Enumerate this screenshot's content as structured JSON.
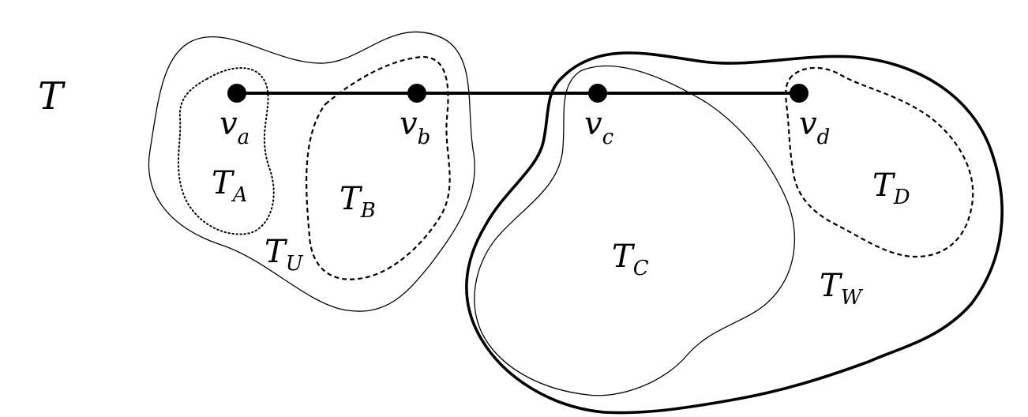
{
  "diagram": {
    "tree_label": "T",
    "vertices": [
      {
        "main": "v",
        "sub": "a"
      },
      {
        "main": "v",
        "sub": "b"
      },
      {
        "main": "v",
        "sub": "c"
      },
      {
        "main": "v",
        "sub": "d"
      }
    ],
    "regions": [
      {
        "main": "T",
        "sub": "A",
        "stroke": "dotted"
      },
      {
        "main": "T",
        "sub": "B",
        "stroke": "dashed"
      },
      {
        "main": "T",
        "sub": "U",
        "stroke": "thin"
      },
      {
        "main": "T",
        "sub": "C",
        "stroke": "thin"
      },
      {
        "main": "T",
        "sub": "D",
        "stroke": "dashed"
      },
      {
        "main": "T",
        "sub": "W",
        "stroke": "thick"
      }
    ],
    "colors": {
      "ink": "#000000",
      "background": "#ffffff"
    }
  }
}
